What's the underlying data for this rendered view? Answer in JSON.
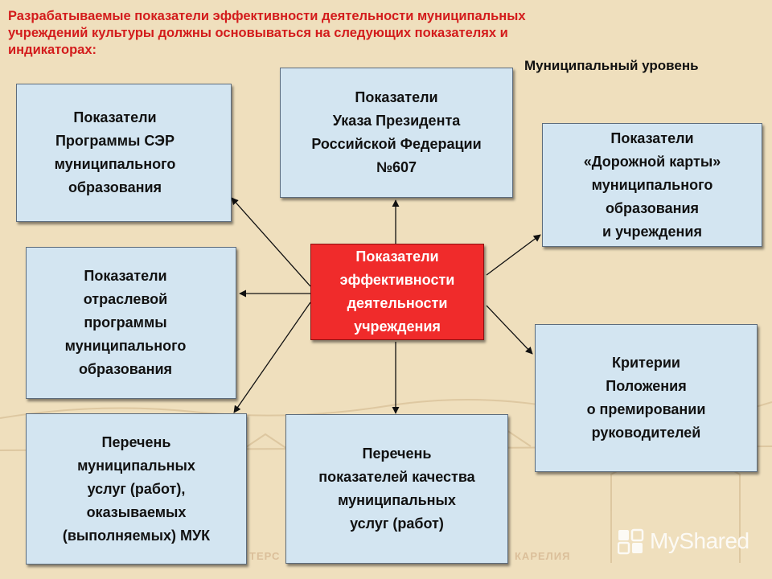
{
  "header": {
    "lines": [
      "Разрабатываемые показатели эффективности деятельности муниципальных",
      "учреждений культуры должны основываться на следующих показателях и",
      "индикаторах:"
    ]
  },
  "level_label": "Муниципальный уровень",
  "center": {
    "lines": [
      "Показатели",
      "эффективности",
      "деятельности",
      "учреждения"
    ]
  },
  "boxes": {
    "ser_program": {
      "lines": [
        "Показатели",
        "Программы СЭР",
        "муниципального",
        "образования"
      ]
    },
    "president_decree": {
      "lines": [
        "Показатели",
        "Указа Президента",
        "Российской Федерации",
        "№607"
      ]
    },
    "roadmap": {
      "lines": [
        "Показатели",
        "«Дорожной карты»",
        "муниципального",
        "образования",
        "и учреждения"
      ]
    },
    "sector_program": {
      "lines": [
        "Показатели",
        "отраслевой",
        "программы",
        "муниципального",
        "образования"
      ]
    },
    "bonus_criteria": {
      "lines": [
        "Критерии",
        "Положения",
        "о премировании",
        "руководителей"
      ]
    },
    "services_list": {
      "lines": [
        "Перечень",
        "муниципальных",
        "услуг (работ),",
        "оказываемых",
        "(выполняемых) МУК"
      ]
    },
    "quality_indicators": {
      "lines": [
        "Перечень",
        "показателей качества",
        "муниципальных",
        "услуг (работ)"
      ]
    }
  },
  "background_text": {
    "left": "ТЕРС",
    "right": "КАРЕЛИЯ"
  },
  "watermark": {
    "text": "MyShared",
    "icon": "myshared-logo-icon"
  },
  "colors": {
    "background": "#efdfbd",
    "title": "#d31c1c",
    "box_fill": "#d3e5f1",
    "center_fill": "#f02b2b",
    "center_text": "#ffffff"
  }
}
